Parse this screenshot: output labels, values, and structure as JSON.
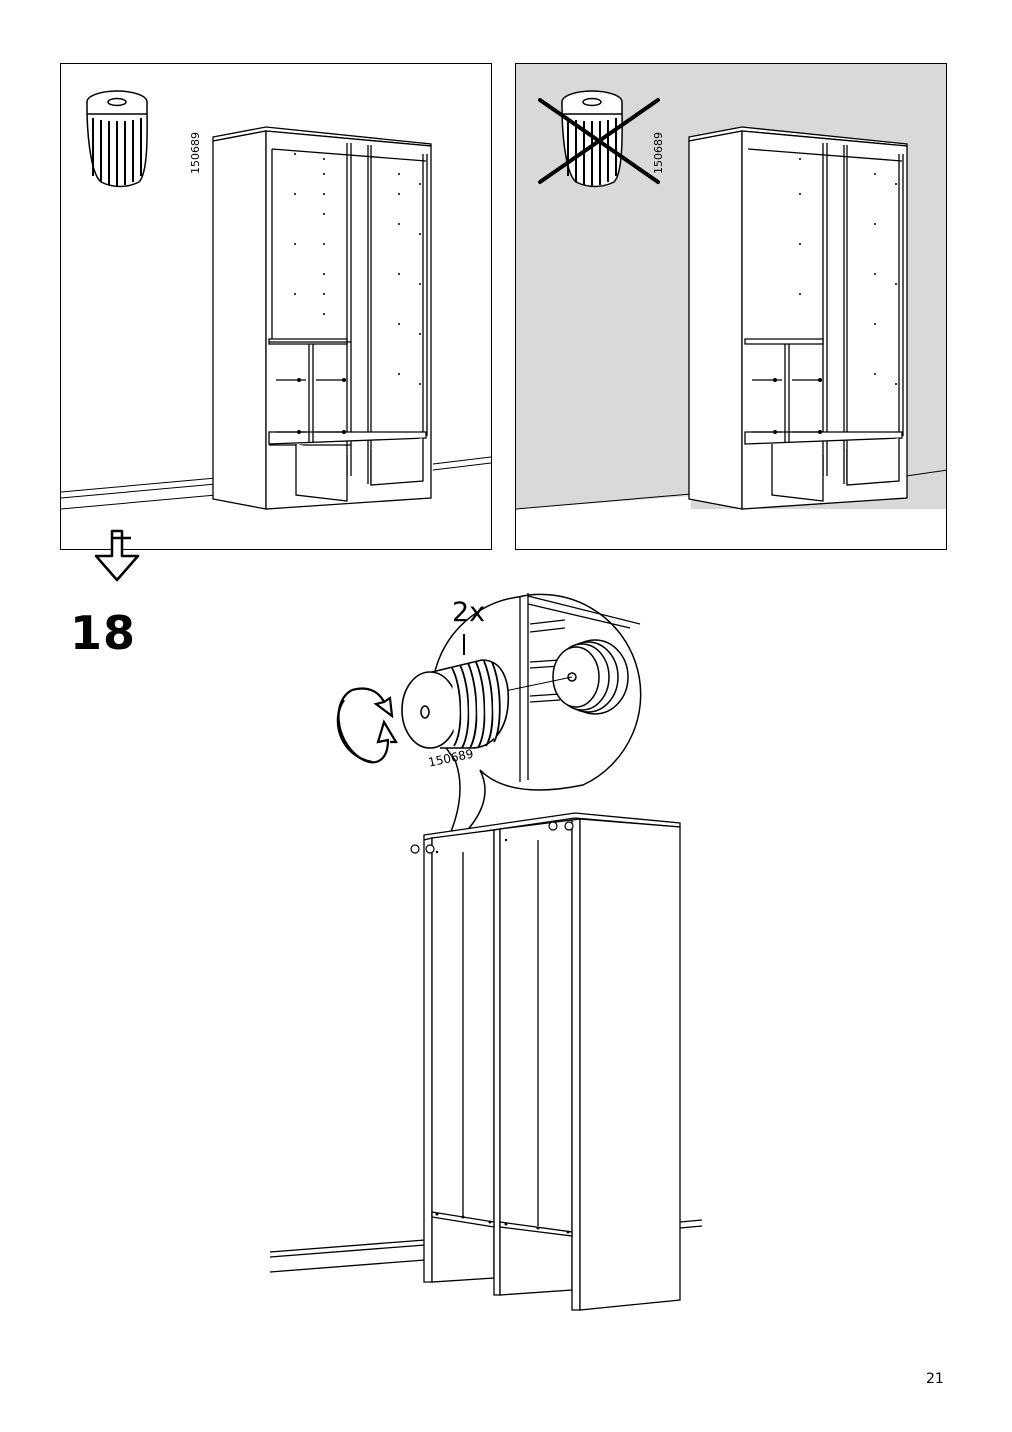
{
  "panels": {
    "correct": {
      "part_code": "150689",
      "background": "#ffffff"
    },
    "incorrect": {
      "part_code": "150689",
      "background": "#d9d9d9"
    }
  },
  "step": {
    "number": "18",
    "quantity": "2x",
    "part_code": "150689"
  },
  "page": {
    "number": "21"
  },
  "icons": [
    "knob-icon",
    "cross-out-icon",
    "down-arrow-icon",
    "rotate-arrow-icon",
    "bookcase-illustration",
    "magnifier-circle"
  ]
}
